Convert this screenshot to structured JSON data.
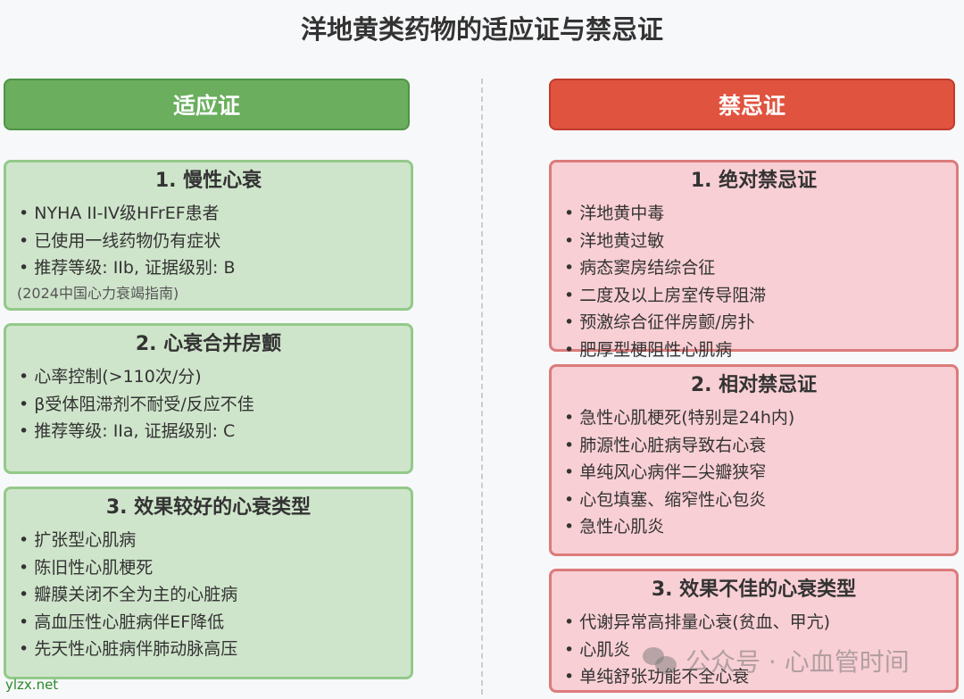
{
  "title": "洋地黄类药物的适应证与禁忌证",
  "indications": {
    "header": "适应证",
    "cards": [
      {
        "title": "1. 慢性心衰",
        "items": [
          "NYHA II-IV级HFrEF患者",
          "已使用一线药物仍有症状",
          "推荐等级: IIb, 证据级别: B"
        ],
        "note": "(2024中国心力衰竭指南)"
      },
      {
        "title": "2. 心衰合并房颤",
        "items": [
          "心率控制(>110次/分)",
          "β受体阻滞剂不耐受/反应不佳",
          "推荐等级: IIa, 证据级别: C"
        ]
      },
      {
        "title": "3. 效果较好的心衰类型",
        "items": [
          "扩张型心肌病",
          "陈旧性心肌梗死",
          "瓣膜关闭不全为主的心脏病",
          "高血压性心脏病伴EF降低",
          "先天性心脏病伴肺动脉高压"
        ]
      }
    ]
  },
  "contraindications": {
    "header": "禁忌证",
    "cards": [
      {
        "title": "1. 绝对禁忌证",
        "items": [
          "洋地黄中毒",
          "洋地黄过敏",
          "病态窦房结综合征",
          "二度及以上房室传导阻滞",
          "预激综合征伴房颤/房扑",
          "肥厚型梗阻性心肌病"
        ]
      },
      {
        "title": "2. 相对禁忌证",
        "items": [
          "急性心肌梗死(特别是24h内)",
          "肺源性心脏病导致右心衰",
          "单纯风心病伴二尖瓣狭窄",
          "心包填塞、缩窄性心包炎",
          "急性心肌炎"
        ]
      },
      {
        "title": "3. 效果不佳的心衰类型",
        "items": [
          "代谢异常高排量心衰(贫血、甲亢)",
          "心肌炎",
          "单纯舒张功能不全心衰"
        ]
      }
    ]
  },
  "watermark": "公众号 · 心血管时间",
  "site": "ylzx.net",
  "colors": {
    "green": "#6aae5e",
    "red": "#e0533f",
    "green_card": "#cfe5cb",
    "red_card": "#f8cfd4"
  }
}
